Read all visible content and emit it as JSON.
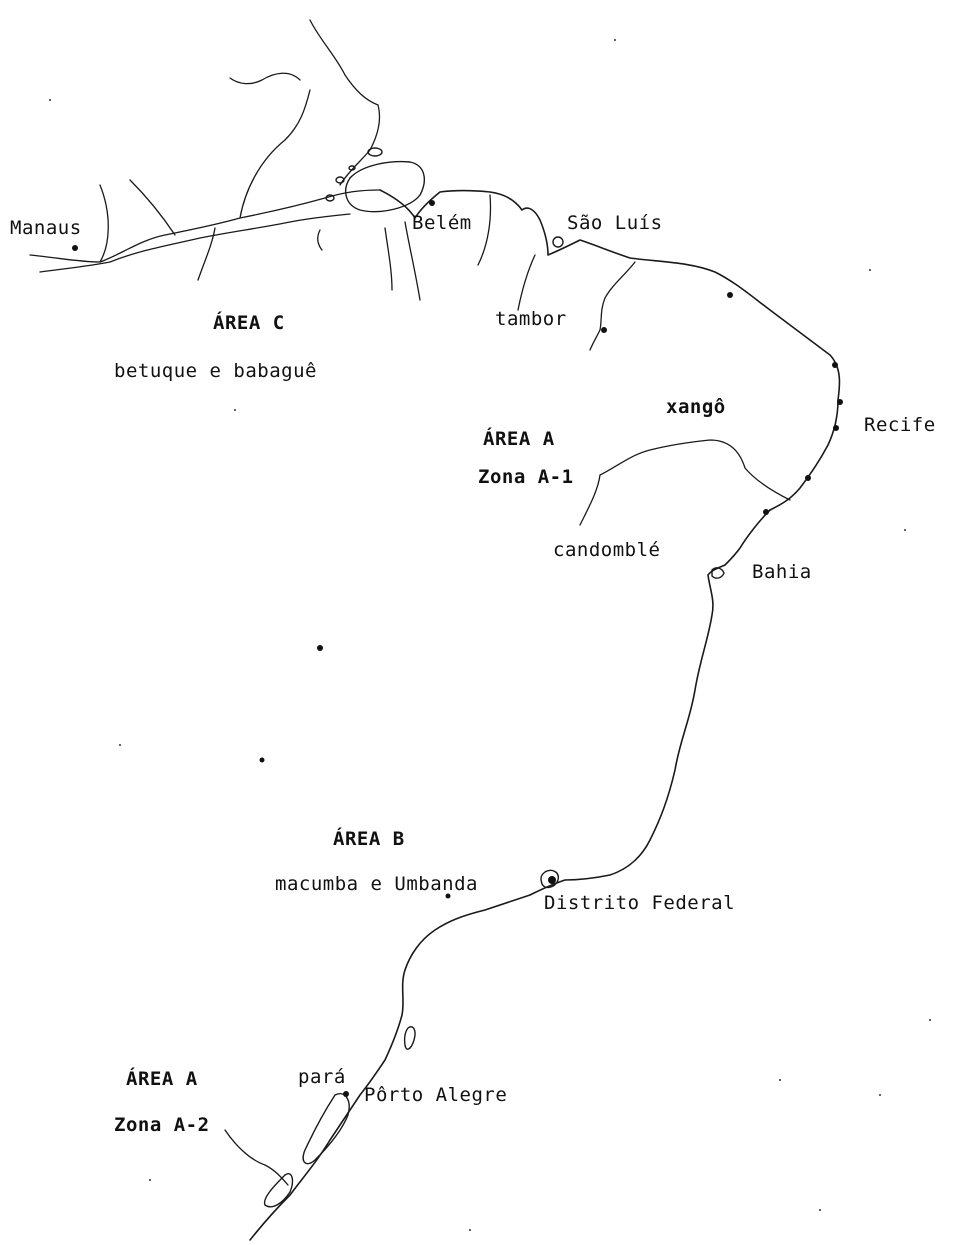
{
  "colors": {
    "ink": "#111111",
    "paper": "#ffffff"
  },
  "cities": {
    "manaus": "Manaus",
    "belem": "Belém",
    "sao_luis": "São Luís",
    "recife": "Recife",
    "bahia": "Bahia",
    "distrito_federal": "Distrito Federal",
    "porto_alegre": "Pôrto Alegre"
  },
  "areas": {
    "area_c": {
      "title": "ÁREA C",
      "cults": "betuque e babaguê"
    },
    "area_a_north": {
      "title": "ÁREA A",
      "zone": "Zona A-1"
    },
    "area_b": {
      "title": "ÁREA B",
      "cults": "macumba e Umbanda"
    },
    "area_a_south": {
      "title": "ÁREA A",
      "zone": "Zona A-2"
    }
  },
  "cult_labels": {
    "tambor": "tambor",
    "xango": "xangô",
    "candomble": "candomblé",
    "para": "pará"
  }
}
